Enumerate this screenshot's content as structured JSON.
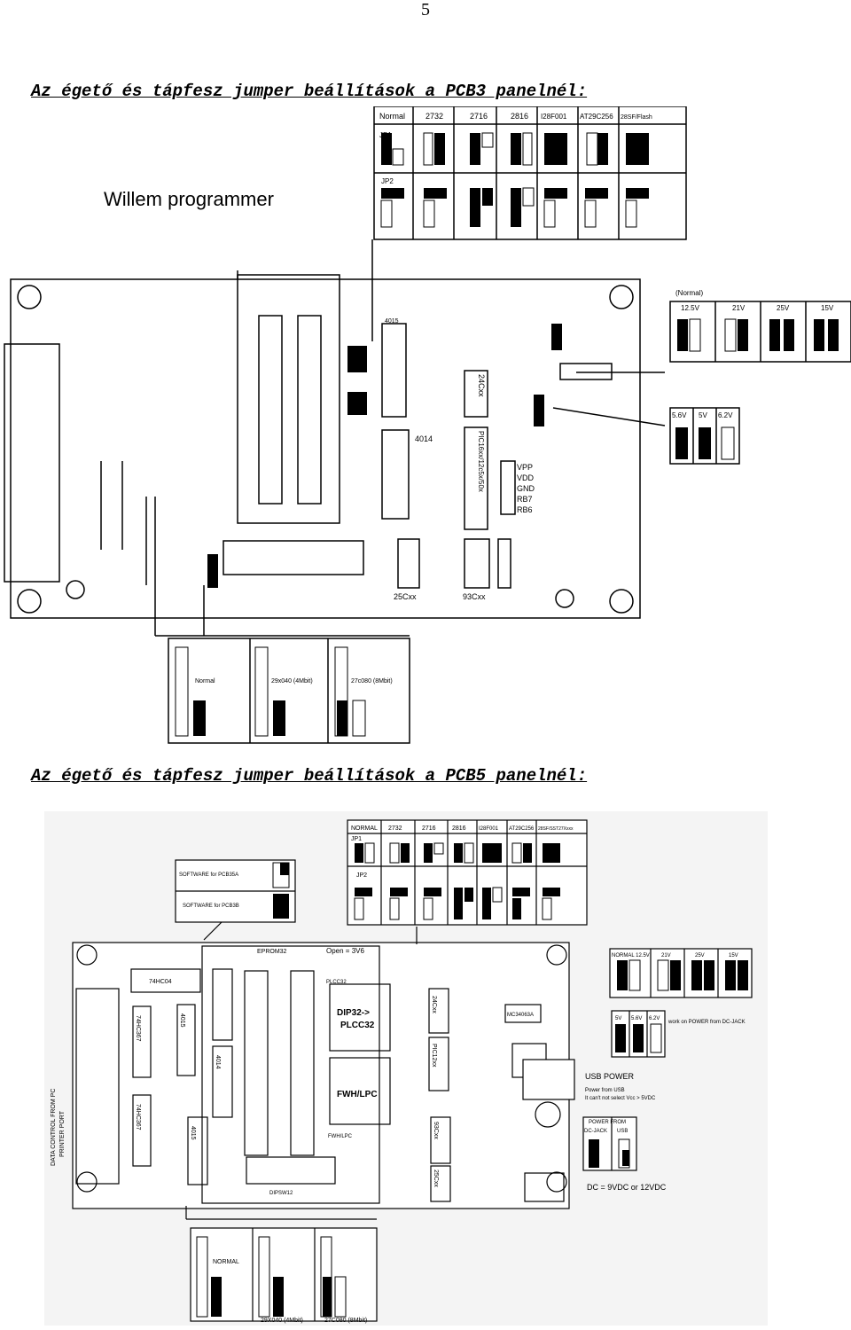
{
  "page_number": "5",
  "headings": {
    "pcb3": "Az égető és tápfesz jumper beállítások a PCB3 panelnél:",
    "pcb5": "Az égető és tápfesz jumper beállítások a PCB5 panelnél:"
  },
  "pcb3": {
    "title": "Willem programmer",
    "jumper_columns": [
      "Normal",
      "2732",
      "2716",
      "2816",
      "I28F001",
      "AT29C256",
      "28SF/Flash"
    ],
    "jp1": "JP1",
    "jp2": "JP2",
    "vpp_label": "(Normal)",
    "vpp_options": [
      "12.5V",
      "21V",
      "25V",
      "15V"
    ],
    "vcc_options": [
      "5.6V",
      "5V",
      "6.2V"
    ],
    "dip_options": [
      "Normal",
      "29x040 (4Mbit)",
      "27c080 (8Mbit)"
    ],
    "socket_labels": [
      "24Cxx",
      "PIC16xx/12c5x/50x",
      "93Cxx",
      "25Cxx",
      "4014",
      "4015"
    ],
    "side_labels": [
      "VPP",
      "VDD",
      "GND",
      "RB7",
      "RB6"
    ]
  },
  "pcb5": {
    "jumper_columns": [
      "NORMAL",
      "2732",
      "2716",
      "2816",
      "I28F001",
      "AT29C256",
      "28SF/SST27Xxxx"
    ],
    "jp1": "JP1",
    "jp2": "JP2",
    "software_labels": [
      "SOFTWARE for PCB35A",
      "SOFTWARE for PCB3B"
    ],
    "vpp_options": [
      "NORMAL 12.5V",
      "21V",
      "25V",
      "15V"
    ],
    "vcc_options": [
      "5V",
      "5.6V",
      "6.2V"
    ],
    "vcc_note": "work on POWER from DC-JACK",
    "usb_power_title": "USB POWER",
    "usb_power_text": [
      "Power from USB",
      "It can't not select Vcc > 5VDC"
    ],
    "power_from_title": "POWER FROM",
    "power_from_options": [
      "DC-JACK",
      "USB"
    ],
    "dc_text": "DC = 9VDC or 12VDC",
    "chip_labels": [
      "EPROM32",
      "Open = 3V6",
      "DIP32->",
      "PLCC32",
      "FWH/LPC",
      "74HC04",
      "74HC367",
      "74HC367",
      "4015",
      "4015",
      "4014",
      "24Cxx",
      "PIC12xx",
      "93Cxx",
      "25Cxx",
      "MC34063A",
      "PLCC32",
      "FWH/LPC",
      "DIPSW12"
    ],
    "side_text": [
      "DATA CONTROL FROM PC",
      "PRINTER PORT"
    ],
    "dip_options": [
      "NORMAL",
      "29X040 (4Mbit)",
      "27C080 (8Mbit)"
    ]
  }
}
